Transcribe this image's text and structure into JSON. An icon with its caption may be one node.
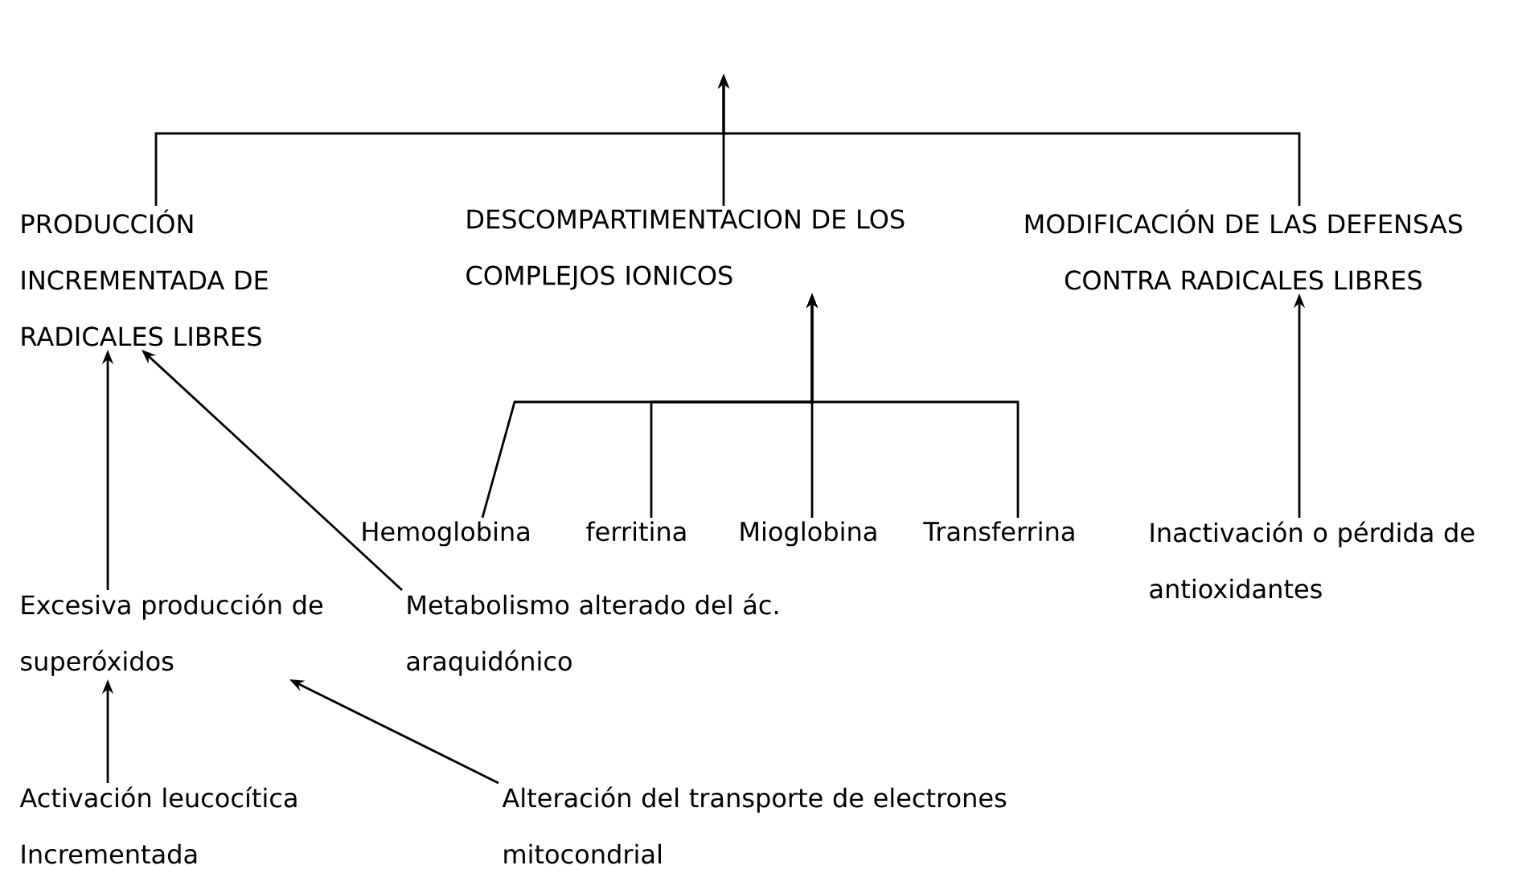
{
  "diagram": {
    "nodes": [
      {
        "text": [
          "PRODUCCIÓN INCREMENTADA DE RADICALES LIBRES"
        ]
      },
      {
        "text": [
          "DESCOMPARTIMENTACION DE LOS COMPLEJOS IONICOS"
        ]
      },
      {
        "text": [
          "MODIFICACIÓN DE LAS DEFENSAS CONTRA RADICALES LIBRES"
        ]
      },
      {
        "text": [
          "Hemoglobina"
        ]
      },
      {
        "text": [
          "ferritina"
        ]
      },
      {
        "text": [
          "Mioglobina"
        ]
      },
      {
        "text": [
          "Transferrina"
        ]
      },
      {
        "text": [
          "Inactivación o pérdida de antioxidantes"
        ]
      },
      {
        "text": [
          "Excesiva producción de superóxidos"
        ]
      },
      {
        "text": [
          "Metabolismo alterado del ác. araquidónico"
        ]
      },
      {
        "text": [
          "Activación leucocítica Incrementada"
        ]
      },
      {
        "text": [
          "Alteración del transporte de electrones mitocondrial"
        ]
      }
    ],
    "edges": [
      {
        "from": 0,
        "to": null,
        "arrow": "to"
      },
      {
        "from": 1,
        "to": null,
        "arrow": "to"
      },
      {
        "from": 2,
        "to": null,
        "arrow": "to"
      },
      {
        "from": 3,
        "to": 1,
        "arrow": "to"
      },
      {
        "from": 4,
        "to": 1,
        "arrow": "to"
      },
      {
        "from": 5,
        "to": 1,
        "arrow": "to"
      },
      {
        "from": 6,
        "to": 1,
        "arrow": "to"
      },
      {
        "from": 7,
        "to": 2,
        "arrow": "to"
      },
      {
        "from": 8,
        "to": 0,
        "arrow": "to"
      },
      {
        "from": 9,
        "to": 0,
        "arrow": "to"
      },
      {
        "from": 10,
        "to": 8,
        "arrow": "to"
      },
      {
        "from": 11,
        "to": 8,
        "arrow": "to"
      }
    ]
  }
}
